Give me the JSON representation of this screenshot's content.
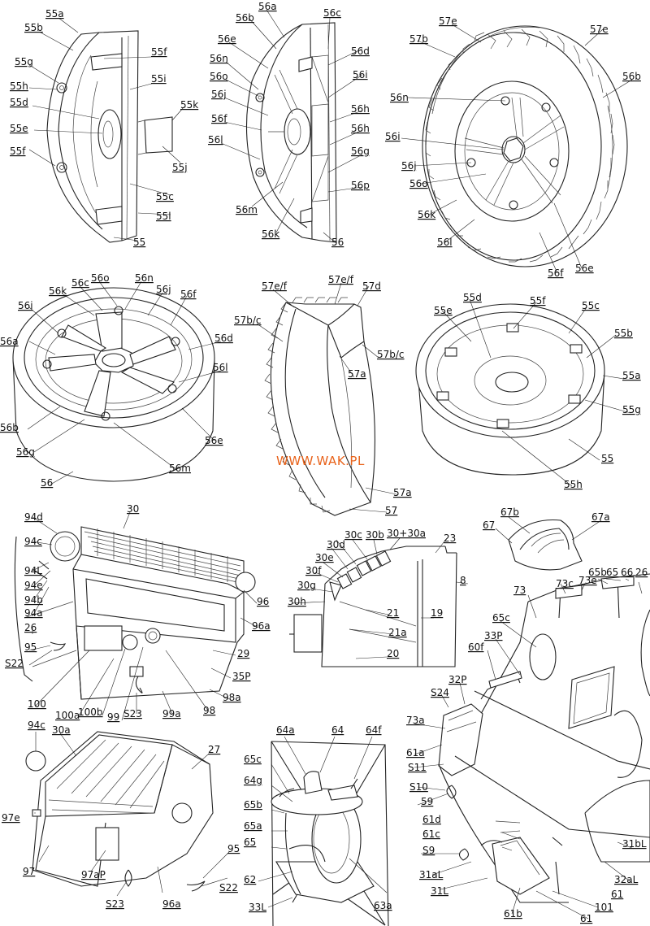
{
  "watermark": "WWW.WAK.PL",
  "panels": [
    {
      "id": "rim-half-55",
      "labels": [
        "55a",
        "55b",
        "55g",
        "55h",
        "55d",
        "55e",
        "55f",
        "55f",
        "55i",
        "55k",
        "55j",
        "55c",
        "55l",
        "55"
      ]
    },
    {
      "id": "hub-half-56",
      "labels": [
        "56a",
        "56c",
        "56b",
        "56e",
        "56d",
        "56n",
        "56o",
        "56i",
        "56j",
        "56h",
        "56f",
        "56h",
        "56l",
        "56g",
        "56p",
        "56m",
        "56k",
        "56"
      ]
    },
    {
      "id": "wheel-57",
      "labels": [
        "57e",
        "57e",
        "57b",
        "56b",
        "56n",
        "56i",
        "56j",
        "56o",
        "56k",
        "56l",
        "56f",
        "56e"
      ]
    },
    {
      "id": "hub-56-assembled",
      "labels": [
        "56c",
        "56o",
        "56n",
        "56k",
        "56j",
        "56i",
        "56f",
        "56a",
        "56d",
        "56l",
        "56b",
        "56e",
        "56g",
        "56m",
        "56"
      ]
    },
    {
      "id": "tire-segment-57",
      "labels": [
        "57e/f",
        "57e/f",
        "57d",
        "57b/c",
        "57b/c",
        "57a",
        "57a",
        "57"
      ]
    },
    {
      "id": "rim-55-assembled",
      "labels": [
        "55e",
        "55d",
        "55f",
        "55c",
        "55b",
        "55a",
        "55g",
        "55",
        "55h"
      ]
    },
    {
      "id": "front-grille",
      "labels": [
        "94d",
        "30",
        "94c",
        "94L",
        "94e",
        "94b",
        "94a",
        "26",
        "96",
        "96a",
        "95",
        "S22",
        "29",
        "35P",
        "98a",
        "100",
        "100a",
        "100b",
        "99",
        "S23",
        "99a",
        "98"
      ]
    },
    {
      "id": "grille-slats",
      "labels": [
        "30c",
        "30b",
        "30+30a",
        "23",
        "30d",
        "30e",
        "8",
        "30f",
        "30g",
        "30h",
        "21",
        "19",
        "21a",
        "20"
      ]
    },
    {
      "id": "mudguard-67",
      "labels": [
        "67b",
        "67a",
        "67"
      ]
    },
    {
      "id": "cabin-side",
      "labels": [
        "73",
        "73c",
        "73e",
        "65b",
        "65",
        "66",
        "26",
        "65c",
        "33P",
        "60f",
        "S24",
        "32P",
        "73a",
        "61a",
        "S11",
        "S10",
        "59",
        "61d",
        "61c",
        "S9",
        "31aL",
        "31L",
        "61b",
        "101",
        "61",
        "61",
        "32aL",
        "31bL"
      ]
    },
    {
      "id": "front-assembly-97",
      "labels": [
        "94c",
        "30a",
        "27",
        "97e",
        "97",
        "97aP",
        "95",
        "S23",
        "96a",
        "S22"
      ]
    },
    {
      "id": "fender-detail",
      "labels": [
        "64a",
        "64",
        "64f",
        "65c",
        "64g",
        "65b",
        "65a",
        "65",
        "62",
        "33L",
        "63a"
      ]
    }
  ]
}
